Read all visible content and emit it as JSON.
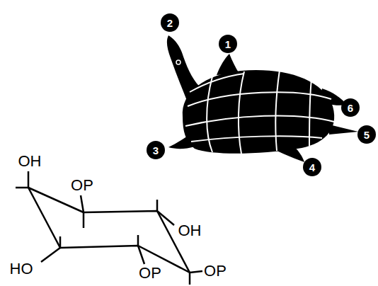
{
  "diagram": {
    "labels": [
      "1",
      "2",
      "3",
      "4",
      "5",
      "6",
      "OH",
      "OP",
      "OH",
      "HO",
      "OP",
      "OP"
    ]
  }
}
